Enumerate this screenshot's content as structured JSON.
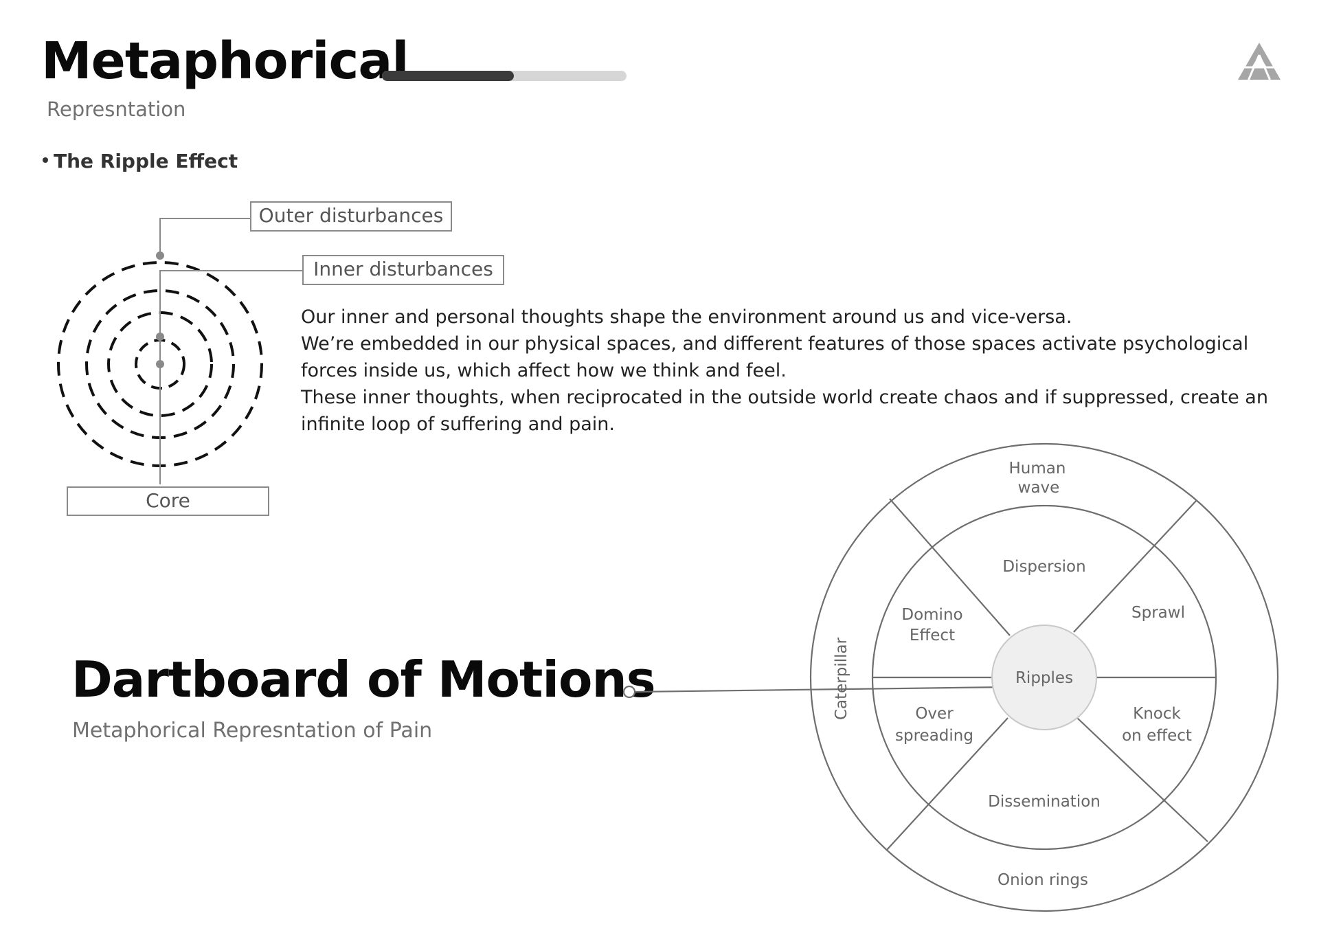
{
  "header": {
    "title": "Metaphorical",
    "subtitle": "Represntation",
    "progress": 0.54,
    "logo_icon": "triangle-logo-icon"
  },
  "ripple": {
    "heading": "The Ripple Effect",
    "labels": {
      "outer": "Outer disturbances",
      "inner": "Inner disturbances",
      "core": "Core"
    },
    "paragraphs": [
      "Our inner and personal thoughts shape the environment around us and vice-versa.",
      "We’re embedded in our physical spaces, and different features of those spaces activate psychological forces inside us, which affect how we think and feel.",
      "These inner thoughts, when reciprocated in the outside world create chaos and if suppressed, create an infinite loop of suffering and pain."
    ]
  },
  "dartboard": {
    "title": "Dartboard of Motions",
    "subtitle": "Metaphorical  Represntation of Pain",
    "center": "Ripples",
    "inner": {
      "top": "Dispersion",
      "upper_left": [
        "Domino",
        "Effect"
      ],
      "upper_right": "Sprawl",
      "lower_left": [
        "Over",
        "spreading"
      ],
      "lower_right": [
        "Knock",
        "on effect"
      ],
      "bottom": "Dissemination"
    },
    "outer": {
      "top": [
        "Human",
        "wave"
      ],
      "left": "Caterpillar",
      "bottom": "Onion rings"
    },
    "colors": {
      "line": "#6e6e6e",
      "center_fill": "#efefef",
      "text": "#666666"
    }
  }
}
